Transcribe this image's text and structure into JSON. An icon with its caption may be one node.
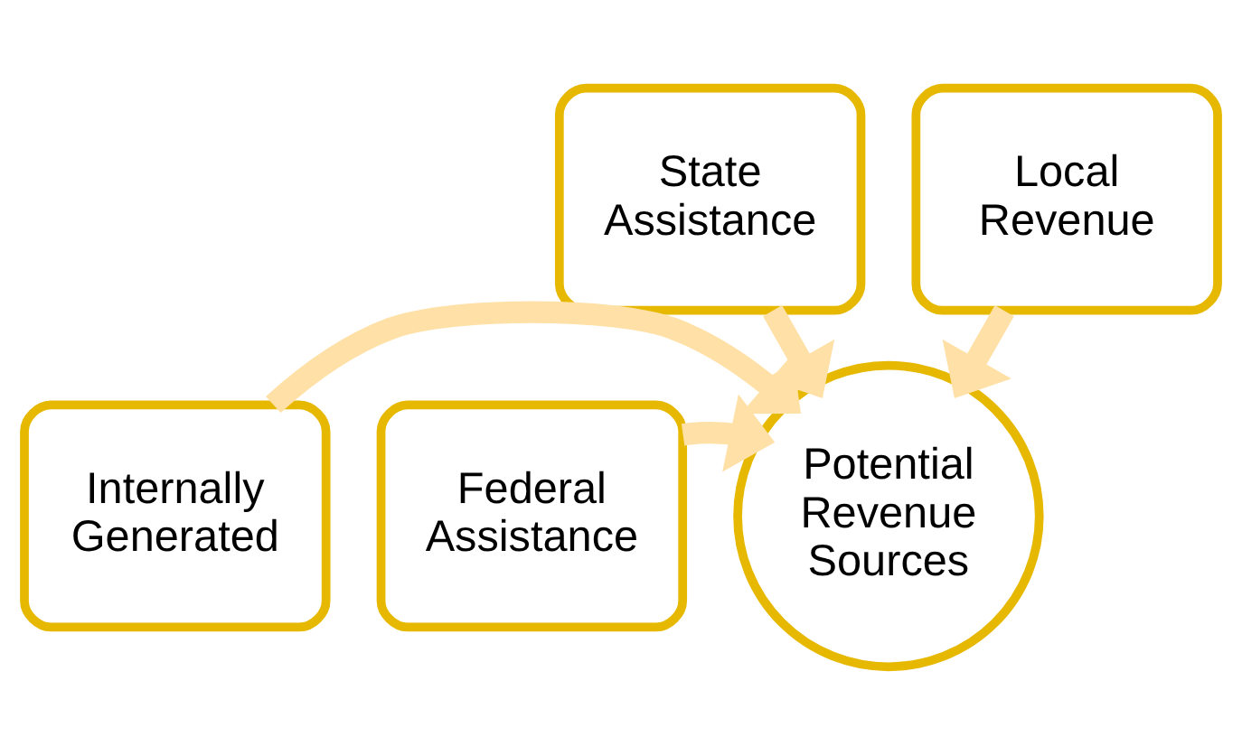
{
  "diagram": {
    "nodes": [
      {
        "text": [
          "State Assistance"
        ]
      },
      {
        "text": [
          "Local Revenue"
        ]
      },
      {
        "text": [
          "Federal Assistance"
        ]
      },
      {
        "text": [
          "Potential Revenue Sources"
        ]
      },
      {
        "text": [
          "Internally Generated"
        ]
      }
    ],
    "edges": [
      {
        "from": 0,
        "to": 3,
        "arrow": "to"
      },
      {
        "from": 1,
        "to": 3,
        "arrow": "to"
      },
      {
        "from": 2,
        "to": 3,
        "arrow": "to"
      },
      {
        "from": 4,
        "to": 3,
        "arrow": "to"
      }
    ]
  }
}
